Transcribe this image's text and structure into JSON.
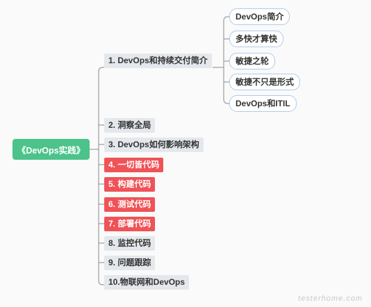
{
  "root": {
    "label": "《DevOps实践》"
  },
  "branches": [
    {
      "label": "1. DevOps和持续交付简介",
      "highlight": false
    },
    {
      "label": "2. 洞察全局",
      "highlight": false
    },
    {
      "label": "3. DevOps如何影响架构",
      "highlight": false
    },
    {
      "label": "4. 一切皆代码",
      "highlight": true
    },
    {
      "label": "5. 构建代码",
      "highlight": true
    },
    {
      "label": "6. 测试代码",
      "highlight": true
    },
    {
      "label": "7. 部署代码",
      "highlight": true
    },
    {
      "label": "8. 监控代码",
      "highlight": false
    },
    {
      "label": "9. 问题跟踪",
      "highlight": false
    },
    {
      "label": "10.物联网和DevOps",
      "highlight": false
    }
  ],
  "sub_branches": [
    {
      "label": "DevOps简介"
    },
    {
      "label": "多快才算快"
    },
    {
      "label": "敏捷之轮"
    },
    {
      "label": "敏捷不只是形式"
    },
    {
      "label": "DevOps和ITIL"
    }
  ],
  "colors": {
    "root": "#4cc38a",
    "branch": "#e4e8ec",
    "highlight": "#ef5257",
    "sub_border": "#aecbea",
    "line": "#8a8a8a"
  },
  "watermark": "testerhome.com"
}
